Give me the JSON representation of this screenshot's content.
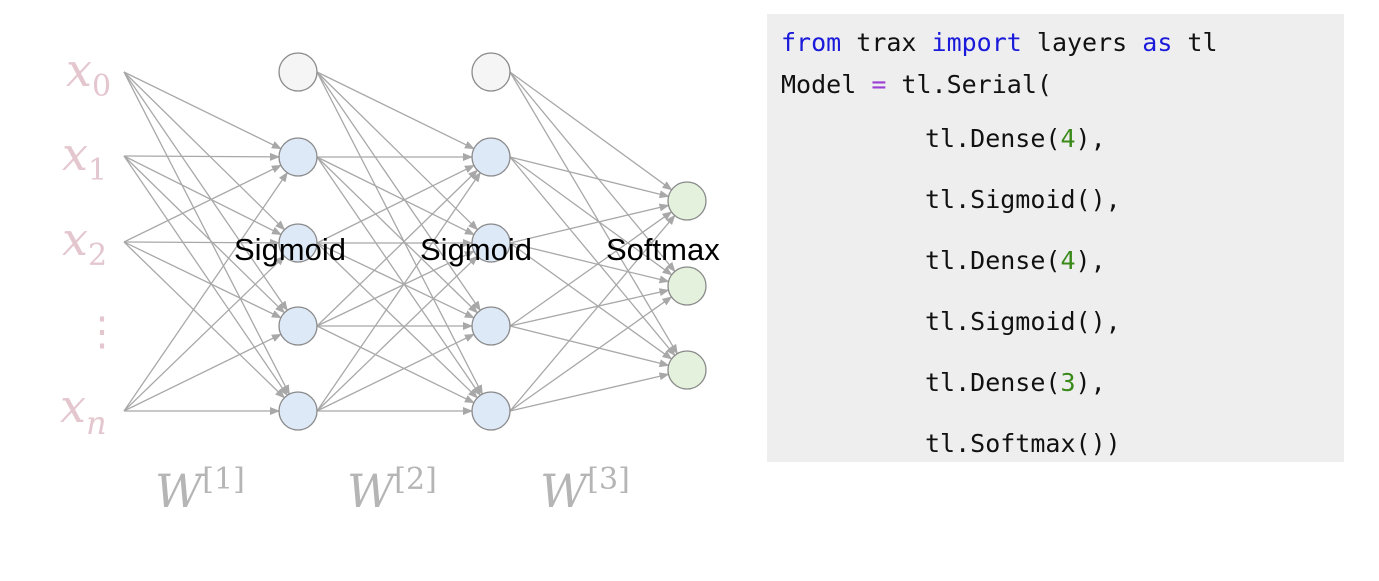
{
  "diagram": {
    "input_labels": [
      "x",
      "x",
      "x",
      "⋮",
      "x"
    ],
    "input_subscripts": [
      "0",
      "1",
      "2",
      "",
      "n"
    ],
    "activation_labels": [
      "Sigmoid",
      "Sigmoid",
      "Softmax"
    ],
    "weight_labels": [
      {
        "base": "W",
        "sup": "[1]"
      },
      {
        "base": "W",
        "sup": "[2]"
      },
      {
        "base": "W",
        "sup": "[3]"
      }
    ],
    "colors": {
      "input_text": "#e4c6cf",
      "bias_fill": "#f5f5f5",
      "hidden_fill": "#dde9f7",
      "output_fill": "#e3f1dd",
      "edge": "#a8a8a8",
      "weight_text": "#b5b5b5"
    }
  },
  "code": {
    "line1": {
      "kw1": "from",
      "t1": " trax ",
      "kw2": "import",
      "t2": " layers ",
      "kw3": "as",
      "t3": " tl"
    },
    "line2": {
      "t1": "Model ",
      "op": "=",
      "t2": " tl.Serial("
    },
    "layers": [
      {
        "pre": "tl.Dense(",
        "num": "4",
        "post": "),"
      },
      {
        "pre": "tl.Sigmoid(),",
        "num": "",
        "post": ""
      },
      {
        "pre": "tl.Dense(",
        "num": "4",
        "post": "),"
      },
      {
        "pre": "tl.Sigmoid(),",
        "num": "",
        "post": ""
      },
      {
        "pre": "tl.Dense(",
        "num": "3",
        "post": "),"
      },
      {
        "pre": "tl.Softmax())",
        "num": "",
        "post": ""
      }
    ]
  }
}
